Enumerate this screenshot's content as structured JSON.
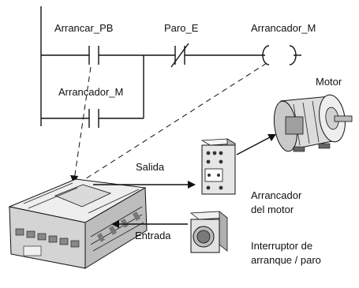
{
  "ladder": {
    "contact_start": "Arrancar_PB",
    "contact_stop": "Paro_E",
    "coil": "Arrancador_M",
    "contact_seal": "Arrancador_M"
  },
  "devices": {
    "motor": "Motor",
    "output": "Salida",
    "input": "Entrada",
    "starter_line1": "Arrancador",
    "starter_line2": "del motor",
    "switch_line1": "Interruptor de",
    "switch_line2": "arranque / paro"
  },
  "colors": {
    "ink": "#111111",
    "device_fill": "#e9e9e9",
    "device_dark": "#9a9a9a"
  }
}
